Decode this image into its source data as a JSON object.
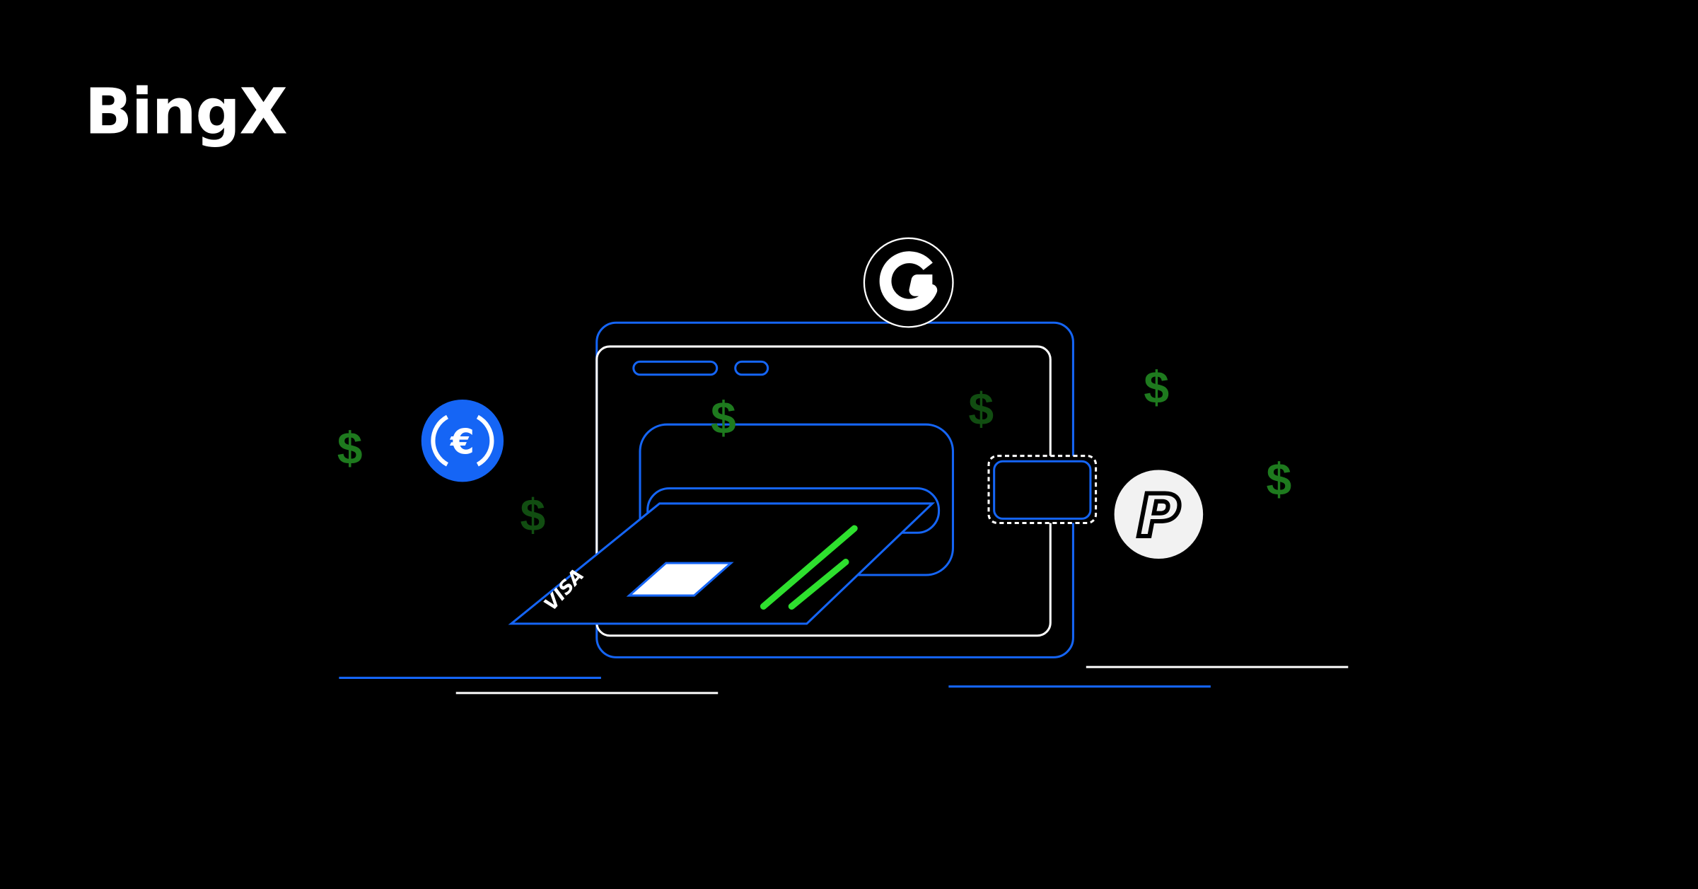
{
  "brand": {
    "logo_text": "BingX"
  },
  "card": {
    "brand_text": "VISA"
  },
  "symbols": {
    "dollar": "$",
    "euro": "€",
    "paypal_usd": "P"
  },
  "colors": {
    "background": "#000000",
    "blue": "#1565f5",
    "white": "#ffffff",
    "green_stripe": "#2ee02e",
    "dollar_bright": "#1e7a1e",
    "dollar_dark": "#114d11",
    "paypal_bg": "#f2f2f2"
  }
}
